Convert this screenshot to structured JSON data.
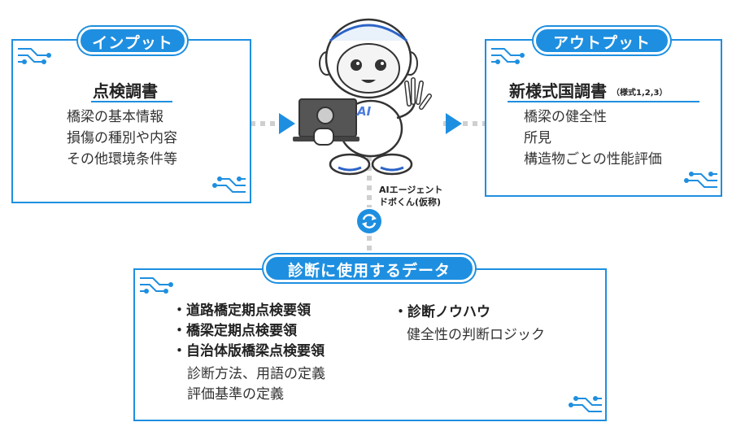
{
  "input": {
    "badge": "インプット",
    "heading": "点検調書",
    "items": [
      "橋梁の基本情報",
      "損傷の種別や内容",
      "その他環境条件等"
    ]
  },
  "output": {
    "badge": "アウトプット",
    "heading": "新様式国調書",
    "heading_note": "（様式1,2,3）",
    "items": [
      "橋梁の健全性",
      "所見",
      "構造物ごとの性能評価"
    ]
  },
  "agent": {
    "line1": "AIエージェント",
    "line2": "ドボくん(仮称)",
    "laptop_logo": "AI"
  },
  "diagnosis": {
    "badge": "診断に使用するデータ",
    "left_bullets": [
      "道路橋定期点検要領",
      "橋梁定期点検要領",
      "自治体版橋梁点検要領"
    ],
    "left_notes": [
      "診断方法、用語の定義",
      "評価基準の定義"
    ],
    "right_bullet": "診断ノウハウ",
    "right_note": "健全性の判断ロジック"
  },
  "colors": {
    "accent": "#1e8fe0",
    "connector": "#cccccc"
  }
}
